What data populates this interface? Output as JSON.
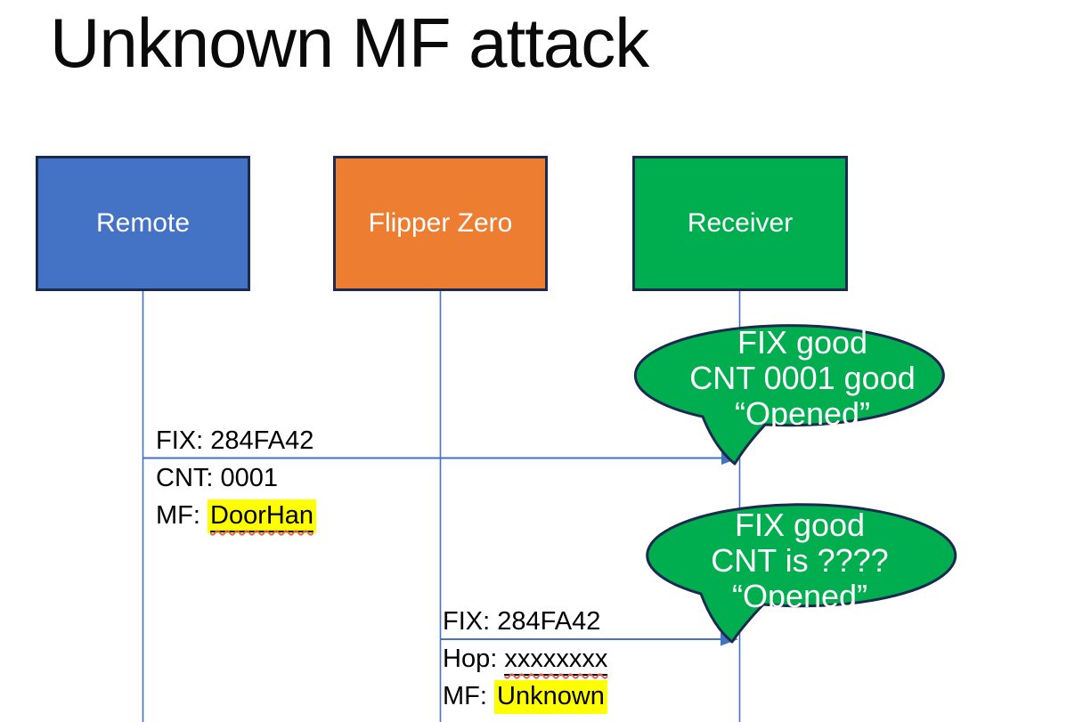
{
  "title": "Unknown MF attack",
  "actors": {
    "remote": {
      "label": "Remote",
      "fill": "#4472C4"
    },
    "flipper": {
      "label": "Flipper Zero",
      "fill": "#ED7D31"
    },
    "receiver": {
      "label": "Receiver",
      "fill": "#00AE50"
    }
  },
  "messages": {
    "m1": {
      "line1": "FIX: 284FA42",
      "line2": "CNT: 0001",
      "line3_prefix": "MF: ",
      "line3_value": "DoorHan"
    },
    "m2": {
      "line1": "FIX: 284FA42",
      "line2_prefix": "Hop: ",
      "line2_value": "xxxxxxxx",
      "line3_prefix": "MF: ",
      "line3_value": "Unknown"
    }
  },
  "callouts": {
    "c1": {
      "line1": "FIX good",
      "line2": "CNT 0001 good",
      "line3": "“Opened”"
    },
    "c2": {
      "line1": "FIX good",
      "line2": "CNT is ????",
      "line3": "“Opened”"
    }
  },
  "colors": {
    "actor_remote": "#4472C4",
    "actor_flipper": "#ED7D31",
    "actor_receiver": "#00AE50",
    "callout_fill": "#00AE50",
    "shape_border": "#1B2A4E",
    "connector_blue": "#4472C4",
    "highlight_yellow": "#FFFF00",
    "spellcheck_squiggle": "#E06356",
    "text_dark": "#000000",
    "text_light": "#FFFFFF"
  }
}
